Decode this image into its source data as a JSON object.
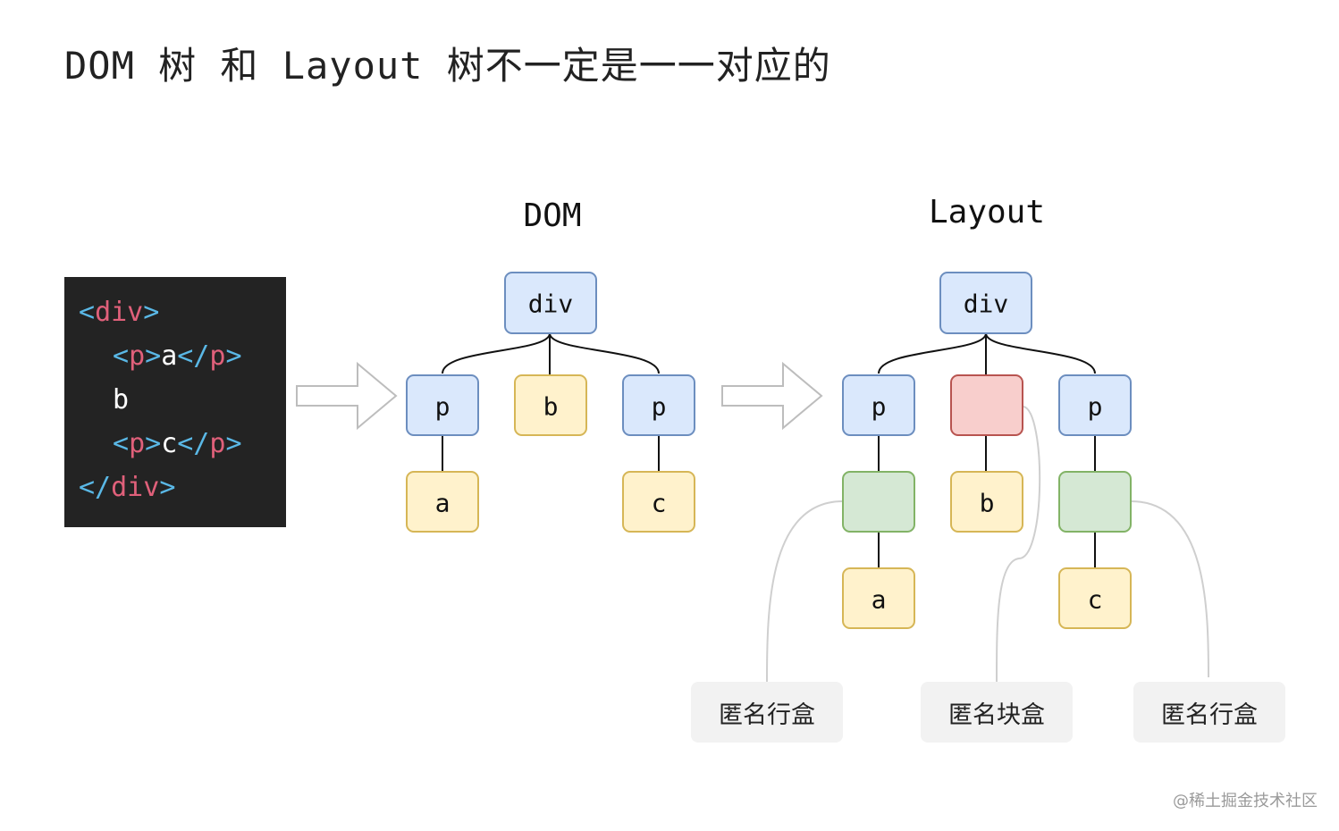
{
  "title": "DOM 树 和 Layout 树不一定是一一对应的",
  "dom_heading": "DOM",
  "layout_heading": "Layout",
  "code": {
    "lines": [
      [
        [
          "punct",
          "<"
        ],
        [
          "tag",
          "div"
        ],
        [
          "punct",
          ">"
        ]
      ],
      [
        [
          "punct",
          "<"
        ],
        [
          "tag",
          "p"
        ],
        [
          "punct",
          ">"
        ],
        [
          "text",
          "a"
        ],
        [
          "punct",
          "</"
        ],
        [
          "tag",
          "p"
        ],
        [
          "punct",
          ">"
        ]
      ],
      [
        [
          "text",
          "b"
        ]
      ],
      [
        [
          "punct",
          "<"
        ],
        [
          "tag",
          "p"
        ],
        [
          "punct",
          ">"
        ],
        [
          "text",
          "c"
        ],
        [
          "punct",
          "</"
        ],
        [
          "tag",
          "p"
        ],
        [
          "punct",
          ">"
        ]
      ],
      [
        [
          "punct",
          "</"
        ],
        [
          "tag",
          "div"
        ],
        [
          "punct",
          ">"
        ]
      ]
    ]
  },
  "dom_tree": {
    "root": "div",
    "children": [
      {
        "label": "p",
        "kind": "element",
        "children": [
          {
            "label": "a",
            "kind": "text"
          }
        ]
      },
      {
        "label": "b",
        "kind": "text",
        "children": []
      },
      {
        "label": "p",
        "kind": "element",
        "children": [
          {
            "label": "c",
            "kind": "text"
          }
        ]
      }
    ]
  },
  "layout_tree": {
    "root": "div",
    "children": [
      {
        "label": "p",
        "kind": "element",
        "anon": {
          "label": "",
          "kind": "anon-inline"
        },
        "leaf": "a"
      },
      {
        "label": "",
        "kind": "anon-block",
        "leaf": "b"
      },
      {
        "label": "p",
        "kind": "element",
        "anon": {
          "label": "",
          "kind": "anon-inline"
        },
        "leaf": "c"
      }
    ]
  },
  "annotations": [
    "匿名行盒",
    "匿名块盒",
    "匿名行盒"
  ],
  "colors": {
    "element_fill": "#dae8fc",
    "element_stroke": "#6c8ebf",
    "text_fill": "#fff2cc",
    "text_stroke": "#d6b656",
    "anon_block_fill": "#f8cecc",
    "anon_block_stroke": "#b85450",
    "anon_inline_fill": "#d5e8d4",
    "anon_inline_stroke": "#82b366",
    "code_bg": "#232323",
    "code_punct": "#5ab8e6",
    "code_tag": "#e0607a",
    "code_text": "#ffffff"
  },
  "watermark": "@稀土掘金技术社区"
}
